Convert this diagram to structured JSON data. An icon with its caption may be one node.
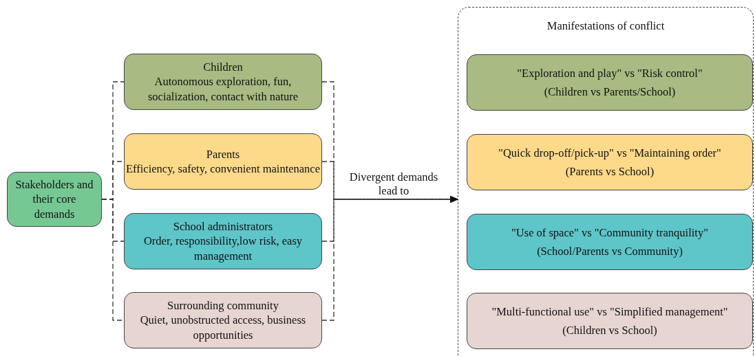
{
  "diagram": {
    "nodes": [
      {
        "text": [
          "Stakeholders and their core demands"
        ]
      },
      {
        "text": [
          "Children",
          "Autonomous exploration, fun, socialization, contact with nature"
        ]
      },
      {
        "text": [
          "Parents",
          "Efficiency, safety, convenient maintenance"
        ]
      },
      {
        "text": [
          "School administrators",
          "Order, responsibility,low risk, easy management"
        ]
      },
      {
        "text": [
          "Surrounding community",
          "Quiet, unobstructed access, business opportunities"
        ]
      },
      {
        "text": [
          "Manifestations of conflict"
        ]
      },
      {
        "text": [
          "\"Exploration and play\" vs \"Risk control\"",
          "(Children vs Parents/School)"
        ],
        "in": 5
      },
      {
        "text": [
          "\"Quick drop-off/pick-up\" vs \"Maintaining order\"",
          "(Parents vs School)"
        ],
        "in": 5
      },
      {
        "text": [
          "\"Use of space\" vs \"Community tranquility\"",
          "(School/Parents vs Community)"
        ],
        "in": 5
      },
      {
        "text": [
          "\"Multi-functional use\" vs \"Simplified management\"",
          "(Children vs School)"
        ],
        "in": 5
      }
    ],
    "edges": [
      {
        "from": 0,
        "to": 1,
        "arrow": "none",
        "style": "dashed"
      },
      {
        "from": 0,
        "to": 2,
        "arrow": "none",
        "style": "dashed"
      },
      {
        "from": 0,
        "to": 3,
        "arrow": "none",
        "style": "dashed"
      },
      {
        "from": 0,
        "to": 4,
        "arrow": "none",
        "style": "dashed"
      },
      {
        "from": 1,
        "to": 5,
        "arrow": "to",
        "style": "dashed",
        "label": "Divergent demands lead to"
      },
      {
        "from": 2,
        "to": 5,
        "arrow": "to",
        "style": "dashed"
      },
      {
        "from": 3,
        "to": 5,
        "arrow": "to",
        "style": "dashed"
      },
      {
        "from": 4,
        "to": 5,
        "arrow": "to",
        "style": "dashed"
      }
    ]
  }
}
